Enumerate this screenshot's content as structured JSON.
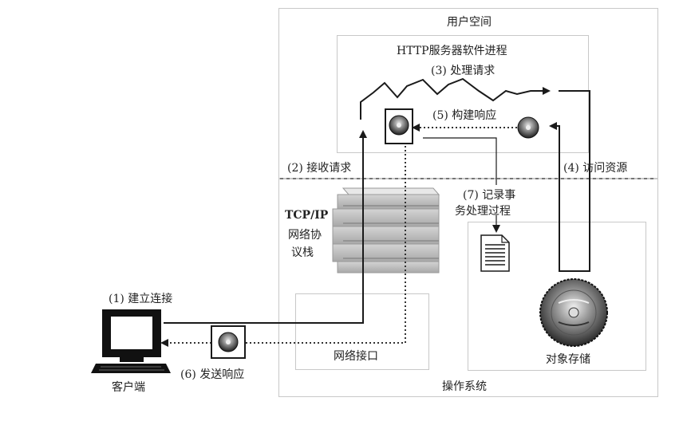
{
  "regions": {
    "user_space": "用户空间",
    "os": "操作系统",
    "http_process": "HTTP服务器软件进程"
  },
  "steps": {
    "s1": "(1) 建立连接",
    "s2": "(2) 接收请求",
    "s3": "(3) 处理请求",
    "s4": "(4) 访问资源",
    "s5": "(5) 构建响应",
    "s6": "(6) 发送响应",
    "s7_line1": "(7) 记录事",
    "s7_line2": "务处理过程"
  },
  "components": {
    "client": "客户端",
    "tcpip_line1": "TCP/IP",
    "tcpip_line2": "网络协",
    "tcpip_line3": "议栈",
    "network_interface": "网络接口",
    "object_storage": "对象存储"
  },
  "colors": {
    "line": "#1a1a1a",
    "dashed": "#444444",
    "box_border": "#c8c8c8"
  }
}
